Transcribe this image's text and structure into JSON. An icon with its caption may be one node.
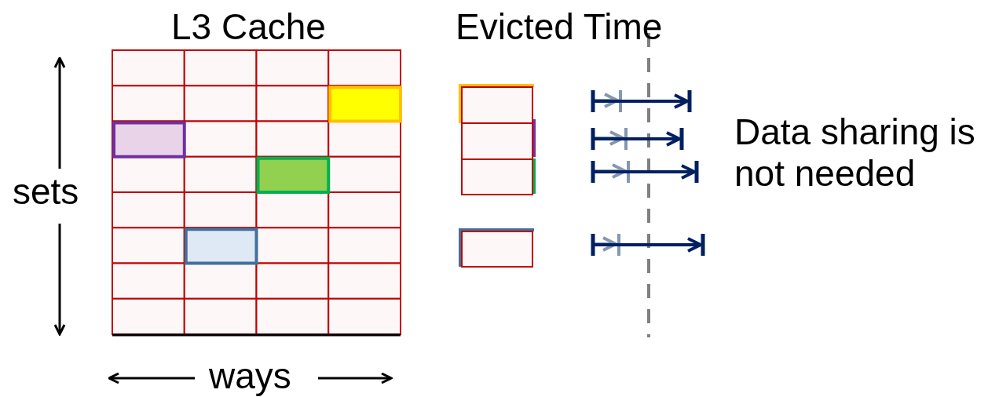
{
  "diagram": {
    "labels": [
      "L3 Cache",
      "Evicted Time",
      "sets",
      "Data sharing is not needed",
      "ways"
    ]
  }
}
